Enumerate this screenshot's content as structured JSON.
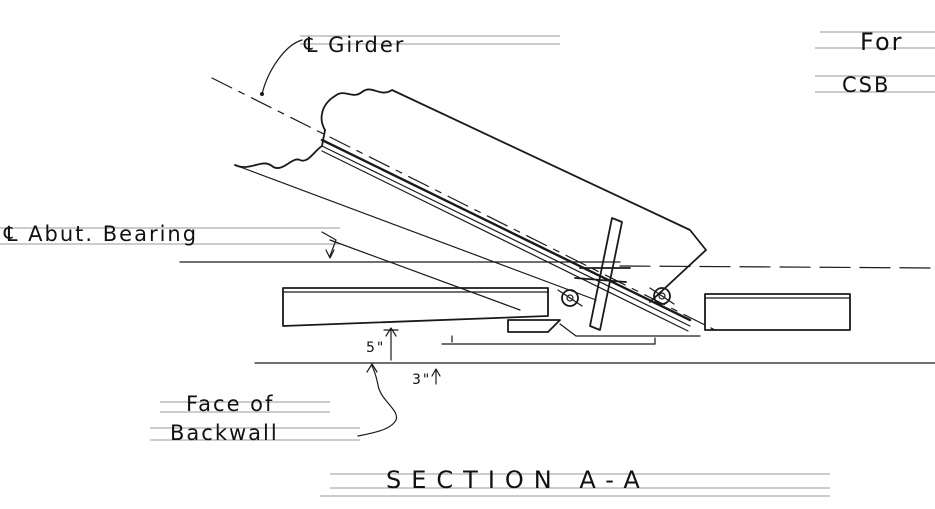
{
  "labels": {
    "girder_centerline": "℄ Girder",
    "top_right_line1": "For",
    "top_right_line2": "CSB",
    "abutment_bearing": "℄ Abut. Bearing",
    "dim_left": "5\"",
    "dim_right": "3\"",
    "face_of_backwall_line1": "Face of",
    "face_of_backwall_line2": "Backwall",
    "section_title": "SECTION A-A"
  },
  "colors": {
    "ink": "#1a1a1a",
    "guideline": "#9a9a9a",
    "paper": "#ffffff"
  }
}
